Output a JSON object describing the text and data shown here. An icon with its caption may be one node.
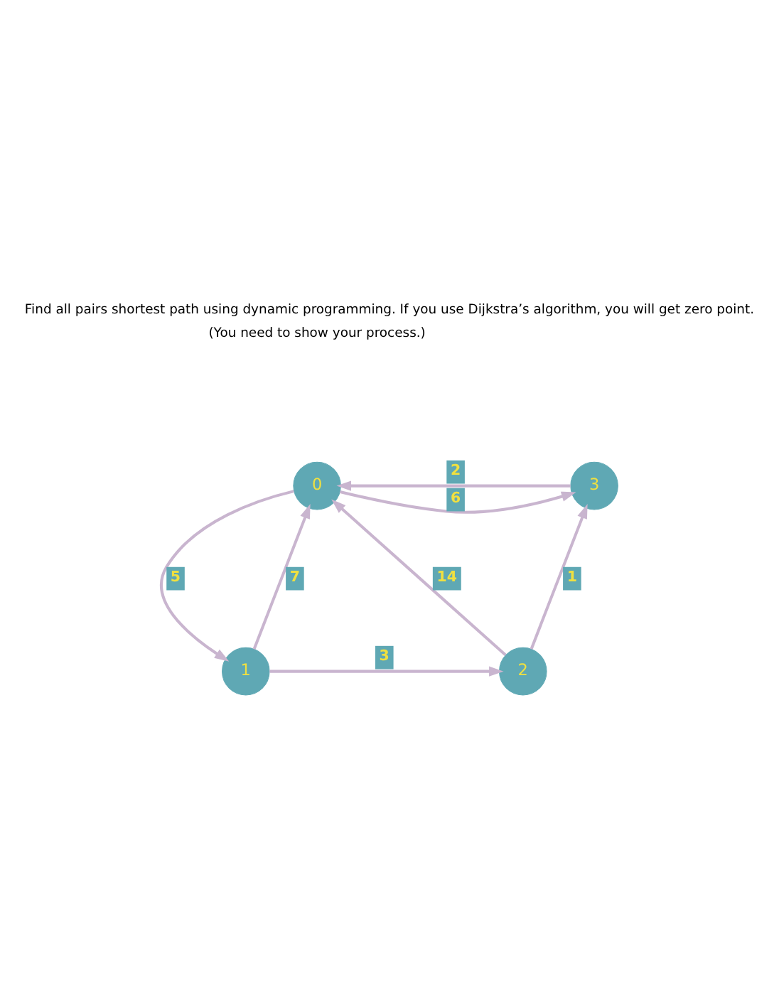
{
  "diagram": {
    "title": "Find all pairs shortest path using dynamic programming. If you use Dijkstra’s algorithm, you will get zero point.",
    "nodes": [
      {
        "text": [
          "0"
        ]
      },
      {
        "text": [
          "1"
        ]
      },
      {
        "text": [
          "2"
        ]
      },
      {
        "text": [
          "3"
        ]
      }
    ],
    "edges": [
      {
        "from": 3,
        "to": 0,
        "arrow": "to",
        "label": "2"
      },
      {
        "from": 0,
        "to": 3,
        "arrow": "to",
        "label": "6"
      },
      {
        "from": 0,
        "to": 1,
        "arrow": "to",
        "label": "5"
      },
      {
        "from": 1,
        "to": 0,
        "arrow": "to",
        "label": "7"
      },
      {
        "from": 2,
        "to": 0,
        "arrow": "to",
        "label": "14"
      },
      {
        "from": 1,
        "to": 2,
        "arrow": "to",
        "label": "3"
      },
      {
        "from": 2,
        "to": 3,
        "arrow": "to",
        "label": "1"
      }
    ],
    "labels": [
      "(You need to show your process.)"
    ]
  }
}
